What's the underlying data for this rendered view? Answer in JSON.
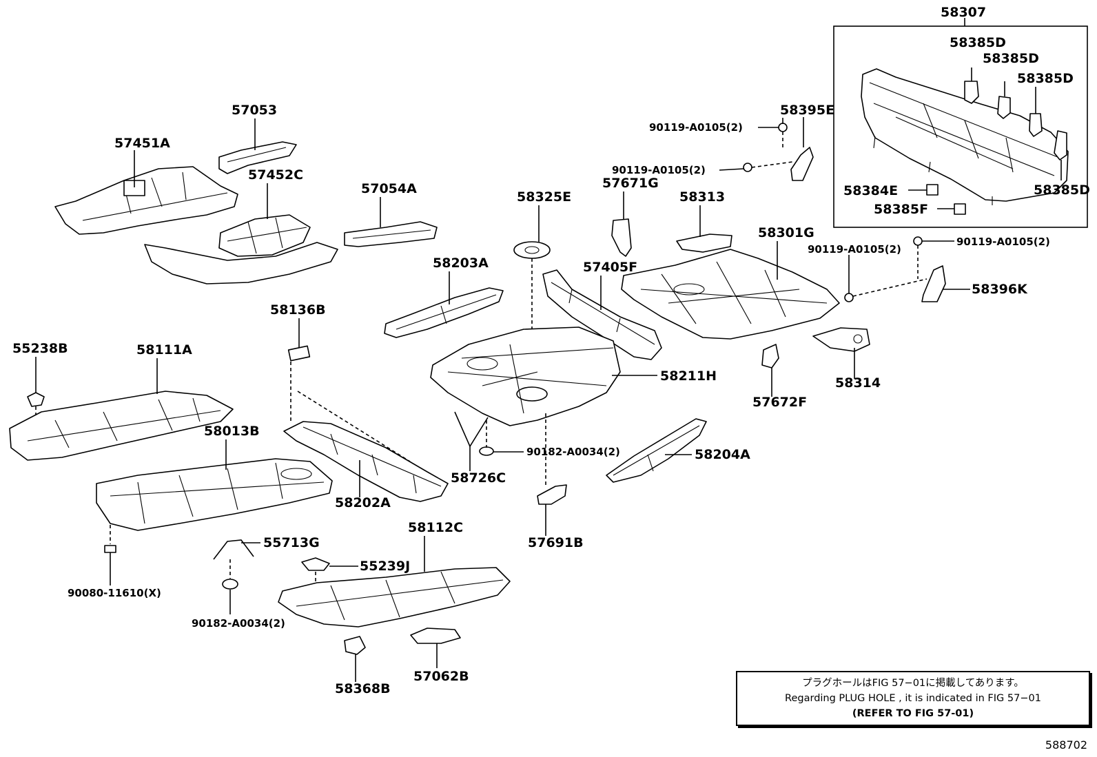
{
  "labels": {
    "p58307": "58307",
    "p58385D_a": "58385D",
    "p58385D_b": "58385D",
    "p58385D_c": "58385D",
    "p58385D_d": "58385D",
    "p58384E": "58384E",
    "p58385F": "58385F",
    "p58395E": "58395E",
    "p90119_a": "90119-A0105(2)",
    "p90119_b": "90119-A0105(2)",
    "p90119_c": "90119-A0105(2)",
    "p90119_d": "90119-A0105(2)",
    "p58396K": "58396K",
    "p57053": "57053",
    "p57451A": "57451A",
    "p57452C": "57452C",
    "p57054A": "57054A",
    "p58325E": "58325E",
    "p57671G": "57671G",
    "p58313": "58313",
    "p58301G": "58301G",
    "p58203A": "58203A",
    "p57405F": "57405F",
    "p58314": "58314",
    "p57672F": "57672F",
    "p58136B": "58136B",
    "p55238B": "55238B",
    "p58111A": "58111A",
    "p58211H": "58211H",
    "p58013B": "58013B",
    "p58202A": "58202A",
    "p58726C": "58726C",
    "p90182_a": "90182-A0034(2)",
    "p90182_b": "90182-A0034(2)",
    "p58204A": "58204A",
    "p57691B": "57691B",
    "p55713G": "55713G",
    "p55239J": "55239J",
    "p58112C": "58112C",
    "p90080": "90080-11610(X)",
    "p58368B": "58368B",
    "p57062B": "57062B"
  },
  "note": {
    "line1": "プラグホールはFIG 57−01に掲載してあります。",
    "line2": "Regarding  PLUG  HOLE , it is indicated in FIG  57−01",
    "line3": "(REFER  TO  FIG  57-01)"
  },
  "figure_id": "588702"
}
